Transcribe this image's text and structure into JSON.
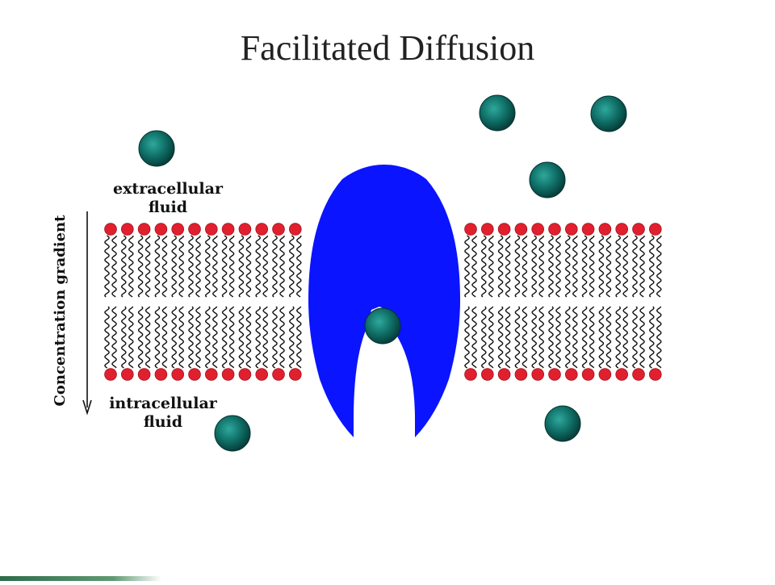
{
  "title": "Facilitated Diffusion",
  "labels": {
    "extracellular": "extracellular\nfluid",
    "intracellular": "intracellular\nfluid",
    "gradient": "Concentration gradient"
  },
  "colors": {
    "protein": "#0a14ff",
    "molecule": "#0f6e66",
    "head": "#e0202e",
    "tail": "#111111"
  }
}
